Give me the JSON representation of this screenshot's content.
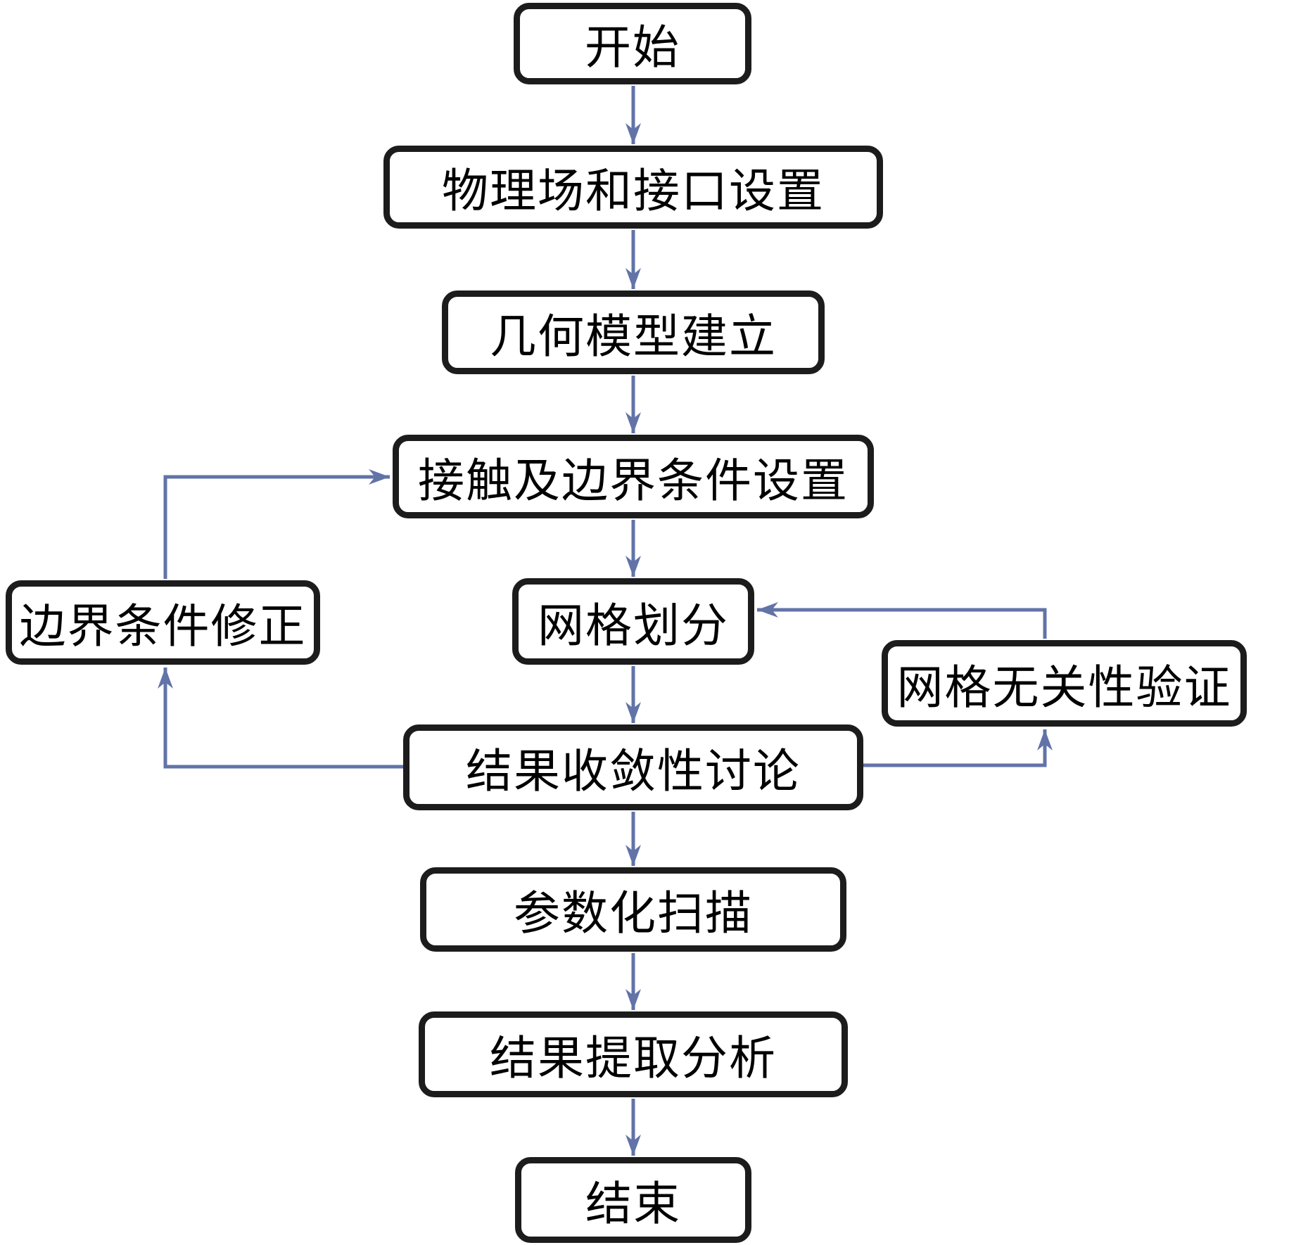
{
  "diagram": {
    "type": "flowchart",
    "nodes": [
      {
        "id": "start",
        "label": "开始"
      },
      {
        "id": "physics-interface-setup",
        "label": "物理场和接口设置"
      },
      {
        "id": "geometry-model",
        "label": "几何模型建立"
      },
      {
        "id": "contact-boundary-setup",
        "label": "接触及边界条件设置"
      },
      {
        "id": "meshing",
        "label": "网格划分"
      },
      {
        "id": "boundary-correction",
        "label": "边界条件修正"
      },
      {
        "id": "mesh-independence",
        "label": "网格无关性验证"
      },
      {
        "id": "convergence-discussion",
        "label": "结果收敛性讨论"
      },
      {
        "id": "parametric-sweep",
        "label": "参数化扫描"
      },
      {
        "id": "result-extraction",
        "label": "结果提取分析"
      },
      {
        "id": "end",
        "label": "结束"
      }
    ],
    "edges": [
      {
        "from": "start",
        "to": "physics-interface-setup"
      },
      {
        "from": "physics-interface-setup",
        "to": "geometry-model"
      },
      {
        "from": "geometry-model",
        "to": "contact-boundary-setup"
      },
      {
        "from": "contact-boundary-setup",
        "to": "meshing"
      },
      {
        "from": "meshing",
        "to": "convergence-discussion"
      },
      {
        "from": "convergence-discussion",
        "to": "parametric-sweep"
      },
      {
        "from": "parametric-sweep",
        "to": "result-extraction"
      },
      {
        "from": "result-extraction",
        "to": "end"
      },
      {
        "from": "convergence-discussion",
        "to": "boundary-correction"
      },
      {
        "from": "boundary-correction",
        "to": "contact-boundary-setup"
      },
      {
        "from": "convergence-discussion",
        "to": "mesh-independence"
      },
      {
        "from": "mesh-independence",
        "to": "meshing"
      }
    ],
    "colors": {
      "arrow": "#6273a8",
      "node_border": "#1c1c1c",
      "node_fill": "#ffffff",
      "text": "#000000",
      "background": "#ffffff"
    }
  }
}
